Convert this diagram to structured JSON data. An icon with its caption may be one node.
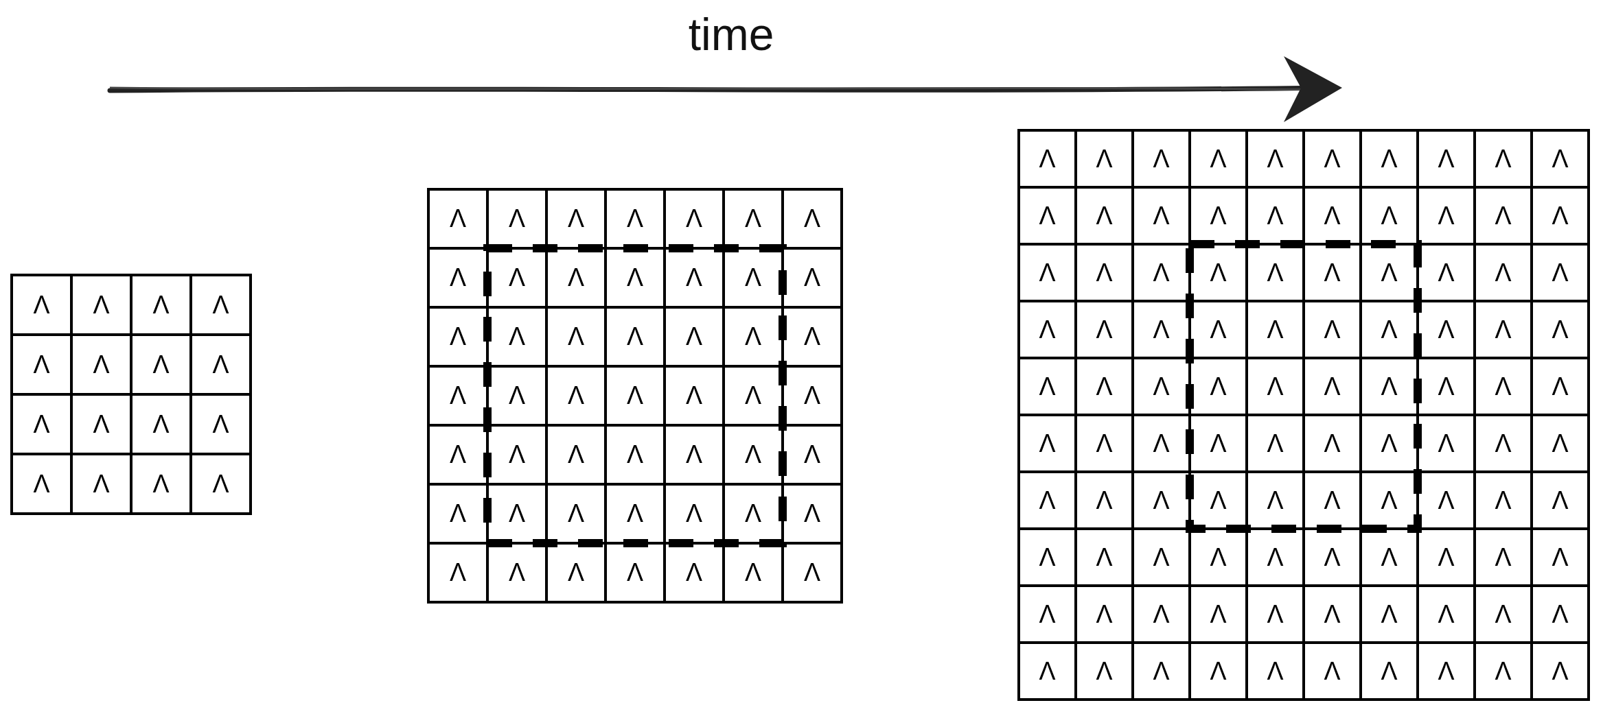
{
  "diagram": {
    "labels": [
      "time",
      "Λ",
      "Λ",
      "Λ",
      "Λ",
      "Λ",
      "Λ",
      "Λ",
      "Λ",
      "Λ",
      "Λ",
      "Λ",
      "Λ",
      "Λ",
      "Λ",
      "Λ",
      "Λ",
      "Λ",
      "Λ",
      "Λ",
      "Λ",
      "Λ",
      "Λ",
      "Λ",
      "Λ",
      "Λ",
      "Λ",
      "Λ",
      "Λ",
      "Λ",
      "Λ",
      "Λ",
      "Λ",
      "Λ",
      "Λ",
      "Λ",
      "Λ",
      "Λ",
      "Λ",
      "Λ",
      "Λ",
      "Λ",
      "Λ",
      "Λ",
      "Λ",
      "Λ",
      "Λ",
      "Λ",
      "Λ",
      "Λ",
      "Λ",
      "Λ",
      "Λ",
      "Λ",
      "Λ",
      "Λ",
      "Λ",
      "Λ",
      "Λ",
      "Λ",
      "Λ",
      "Λ",
      "Λ",
      "Λ",
      "Λ",
      "Λ",
      "Λ",
      "Λ",
      "Λ",
      "Λ",
      "Λ",
      "Λ",
      "Λ",
      "Λ",
      "Λ",
      "Λ",
      "Λ",
      "Λ",
      "Λ",
      "Λ",
      "Λ",
      "Λ",
      "Λ",
      "Λ",
      "Λ",
      "Λ",
      "Λ",
      "Λ",
      "Λ",
      "Λ",
      "Λ",
      "Λ",
      "Λ",
      "Λ",
      "Λ",
      "Λ",
      "Λ",
      "Λ",
      "Λ",
      "Λ",
      "Λ",
      "Λ",
      "Λ",
      "Λ",
      "Λ",
      "Λ",
      "Λ",
      "Λ",
      "Λ",
      "Λ",
      "Λ",
      "Λ",
      "Λ",
      "Λ",
      "Λ",
      "Λ",
      "Λ",
      "Λ",
      "Λ",
      "Λ",
      "Λ",
      "Λ",
      "Λ",
      "Λ",
      "Λ",
      "Λ",
      "Λ",
      "Λ",
      "Λ",
      "Λ",
      "Λ",
      "Λ",
      "Λ",
      "Λ",
      "Λ",
      "Λ",
      "Λ",
      "Λ",
      "Λ",
      "Λ",
      "Λ",
      "Λ",
      "Λ",
      "Λ",
      "Λ",
      "Λ",
      "Λ",
      "Λ",
      "Λ",
      "Λ",
      "Λ",
      "Λ",
      "Λ",
      "Λ",
      "Λ",
      "Λ",
      "Λ",
      "Λ",
      "Λ",
      "Λ",
      "Λ",
      "Λ",
      "Λ",
      "Λ",
      "Λ",
      "Λ"
    ]
  }
}
